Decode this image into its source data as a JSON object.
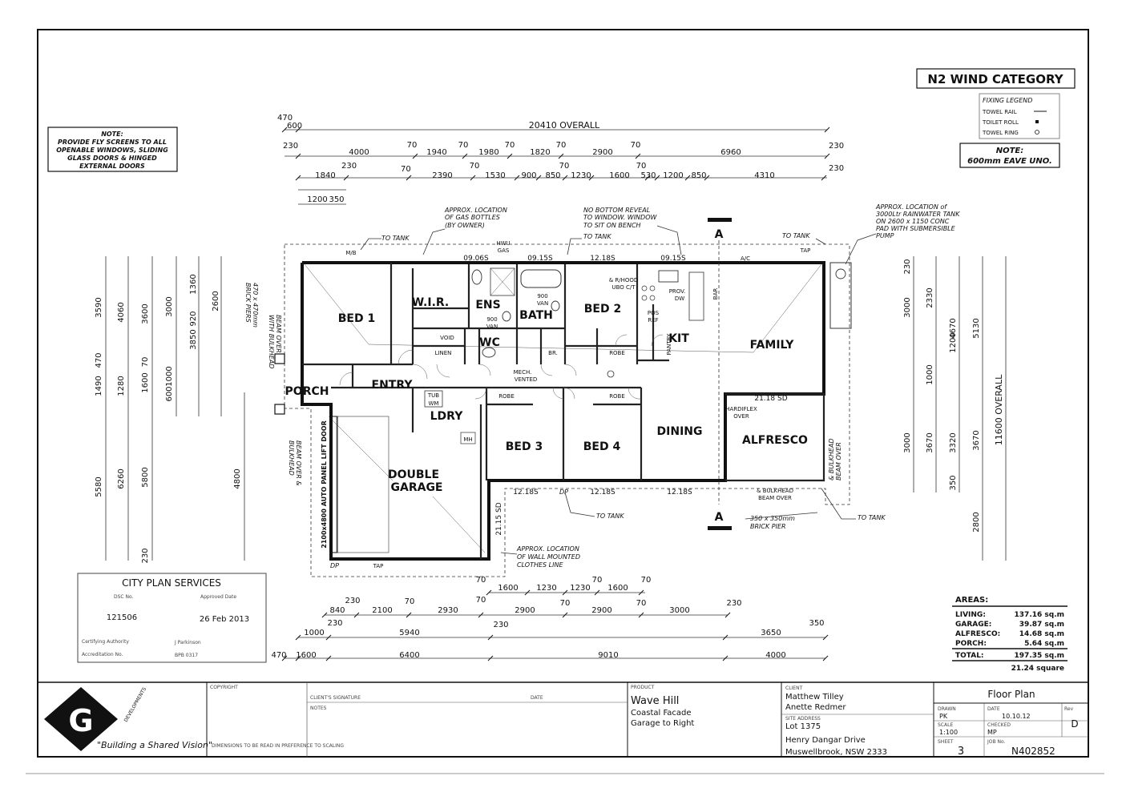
{
  "wind_category": "N2 WIND CATEGORY",
  "fixing_legend": {
    "title": "FIXING LEGEND",
    "items": [
      "TOWEL RAIL",
      "TOILET ROLL",
      "TOWEL RING"
    ]
  },
  "eave_note": {
    "label": "NOTE:",
    "text": "600mm EAVE UNO."
  },
  "fly_screen_note": {
    "label": "NOTE:",
    "lines": [
      "PROVIDE FLY SCREENS TO ALL",
      "OPENABLE WINDOWS, SLIDING",
      "GLASS DOORS & HINGED",
      "EXTERNAL DOORS"
    ]
  },
  "section_marker": "A",
  "rooms": {
    "bed1": "BED 1",
    "wir": "W.I.R.",
    "ens": "ENS",
    "bath": "BATH",
    "wc": "WC",
    "bed2": "BED 2",
    "kit": "KIT",
    "family": "FAMILY",
    "porch": "PORCH",
    "entry": "ENTRY",
    "ldry": "LDRY",
    "bed3": "BED 3",
    "bed4": "BED 4",
    "dining": "DINING",
    "alfresco": "ALFRESCO",
    "garage1": "DOUBLE",
    "garage2": "GARAGE"
  },
  "fixtures": {
    "linen": "LINEN",
    "void": "VOID",
    "robe": "ROBE",
    "br": "BR.",
    "pantry": "PANTRY",
    "ref": "REF",
    "van900a": "900",
    "van900b": "VAN",
    "van900c": "900",
    "van900d": "VAN",
    "mh": "MH",
    "tub": "TUB",
    "wm": "WM",
    "mech": "MECH.",
    "vented": "VENTED",
    "a_c": "A/C",
    "m_b": "M/B",
    "hwu": "HWU",
    "gas": "GAS",
    "tap": "TAP",
    "prov": "PROV.",
    "dw": "DW",
    "bar": "BAR",
    "pos": "POS",
    "ref2": "REF",
    "rhood1": "& R/HOOD",
    "rhood2": "UBO C/T",
    "sd": "21.18 SD",
    "hardiflex1": "HARDIFLEX",
    "hardiflex2": "OVER",
    "bulkhead": "& BULKHEAD",
    "beam_over": "BEAM OVER",
    "garage_door": "2100x4800 AUTO PANEL LIFT DOOR"
  },
  "window_codes": [
    "09.06S",
    "09.15S",
    "12.18S",
    "09.15S",
    "12.18S",
    "12.18S",
    "12.18S",
    "21.15 SD",
    "21.18 SD"
  ],
  "annotations": {
    "to_tank": "TO TANK",
    "gas_bottles": [
      "APPROX. LOCATION",
      "OF GAS BOTTLES",
      "(BY OWNER)"
    ],
    "no_reveal": [
      "NO BOTTOM REVEAL",
      "TO WINDOW. WINDOW",
      "TO SIT ON BENCH"
    ],
    "rain_tank": [
      "APPROX. LOCATION of",
      "3000Ltr RAINWATER TANK",
      "ON 2600 x 1150 CONC",
      "PAD WITH SUBMERSIBLE",
      "PUMP"
    ],
    "clothes_line": [
      "APPROX. LOCATION",
      "OF WALL MOUNTED",
      "CLOTHES LINE"
    ],
    "brick_pier": [
      "350 x 350mm",
      "BRICK PIER"
    ],
    "beam_left": [
      "BEAM OVER",
      "WITH BULKHEAD"
    ],
    "brick_piers_left": [
      "470 x 470mm",
      "BRICK PIERS"
    ],
    "beam_bulk_left": [
      "BEAM OVER &",
      "BULKHEAD"
    ],
    "bulk_right": [
      "& BULKHEAD",
      "BEAM OVER"
    ],
    "dp": "DP"
  },
  "dims_top": {
    "overall_label": "20410 OVERALL",
    "row1": [
      "470",
      "600"
    ],
    "row2": [
      "230",
      "4000",
      "70",
      "1940",
      "70",
      "1980",
      "70",
      "1820",
      "70",
      "2900",
      "70",
      "6960",
      "230"
    ],
    "row3": [
      "230",
      "70",
      "2390",
      "70",
      "1530",
      "900",
      "850",
      "70",
      "1230",
      "1600",
      "70",
      "530",
      "1200",
      "850",
      "4310",
      "230"
    ],
    "row4": [
      "1840",
      "70"
    ],
    "row5": [
      "1200",
      "350"
    ]
  },
  "dims_bottom": {
    "row1": [
      "70",
      "1600",
      "1230",
      "1230",
      "1600",
      "70",
      "70"
    ],
    "row2": [
      "840",
      "230",
      "2100",
      "70",
      "2930",
      "70",
      "2900",
      "70",
      "2900",
      "70",
      "3000",
      "230"
    ],
    "row3": [
      "230",
      "230",
      "350"
    ],
    "row4": [
      "1000",
      "5940",
      "3650"
    ],
    "row5": [
      "470",
      "1600",
      "6400",
      "9010",
      "4000"
    ]
  },
  "dims_left": [
    "3590",
    "4060",
    "3600",
    "3000",
    "1360",
    "2600",
    "920",
    "3850",
    "470",
    "1490",
    "1280",
    "1600",
    "70",
    "1000",
    "600",
    "5580",
    "6260",
    "5800",
    "230",
    "4800"
  ],
  "dims_right": [
    "3000",
    "2330",
    "4670",
    "5130",
    "3000",
    "3670",
    "3320",
    "3670",
    "2800",
    "1200",
    "1000",
    "230",
    "350"
  ],
  "overall_vertical": "11600 OVERALL",
  "areas": {
    "title": "AREAS:",
    "rows": [
      {
        "label": "LIVING:",
        "value": "137.16 sq.m"
      },
      {
        "label": "GARAGE:",
        "value": "39.87 sq.m"
      },
      {
        "label": "ALFRESCO:",
        "value": "14.68 sq.m"
      },
      {
        "label": "PORCH:",
        "value": "5.64 sq.m"
      }
    ],
    "total_label": "TOTAL:",
    "total_value": "197.35 sq.m",
    "squares": "21.24 square"
  },
  "stamp": {
    "title": "CITY PLAN SERVICES",
    "dsc_label": "DSC No.",
    "approved_label": "Approved Date",
    "dsc_no": "121506",
    "date": "26 Feb 2013",
    "certifying_label": "Certifying Authority",
    "certifier": "J Parkinson",
    "accreditation_label": "Accreditation No.",
    "accreditation": "BPB 0317"
  },
  "title_block": {
    "logo_letter": "G",
    "brand": "DEVELOPMENTS",
    "tagline": "\"Building a Shared Vision\"",
    "client_sig_label": "CLIENT'S SIGNATURE",
    "date_label": "DATE",
    "notes_label": "NOTES",
    "product_label": "PRODUCT",
    "product": "Wave Hill",
    "facade": "Coastal Facade",
    "garage": "Garage to Right",
    "client_label": "CLIENT",
    "client1": "Matthew Tilley",
    "client2": "Anette Redmer",
    "site_label": "SITE ADDRESS",
    "lot": "Lot 1375",
    "street": "Henry Dangar Drive",
    "town": "Muswellbrook, NSW 2333",
    "sheet_title": "Floor Plan",
    "drawn_label": "DRAWN",
    "drawn": "PK",
    "date_lbl": "DATE",
    "date": "10.10.12",
    "rev_label": "Rev",
    "rev": "D",
    "scale_label": "SCALE",
    "scale": "1:100",
    "checked_label": "CHECKED",
    "checked": "MP",
    "sheet_label": "SHEET",
    "sheet": "3",
    "job_label": "JOB No.",
    "job": "N402852",
    "copyright": "COPYRIGHT",
    "dim_note": "DIMENSIONS TO BE READ IN PREFERENCE TO SCALING"
  }
}
